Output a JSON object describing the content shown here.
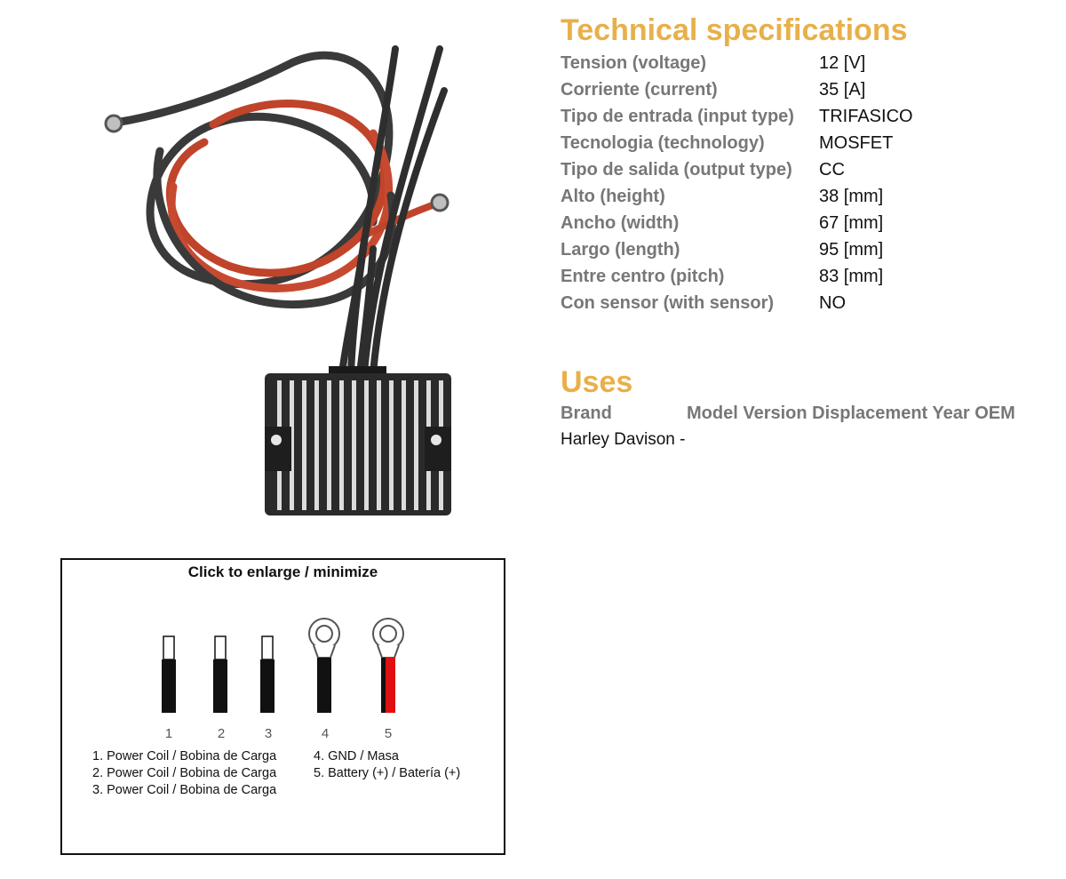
{
  "specs": {
    "title": "Technical specifications",
    "rows": [
      {
        "label": "Tension (voltage)",
        "value": "12 [V]"
      },
      {
        "label": "Corriente (current)",
        "value": "35 [A]"
      },
      {
        "label": "Tipo de entrada (input type)",
        "value": "TRIFASICO"
      },
      {
        "label": "Tecnologia (technology)",
        "value": "MOSFET"
      },
      {
        "label": "Tipo de salida (output type)",
        "value": "CC"
      },
      {
        "label": "Alto (height)",
        "value": "38 [mm]"
      },
      {
        "label": "Ancho (width)",
        "value": "67 [mm]"
      },
      {
        "label": "Largo (length)",
        "value": "95 [mm]"
      },
      {
        "label": "Entre centro (pitch)",
        "value": "83 [mm]"
      },
      {
        "label": "Con sensor (with sensor)",
        "value": "NO"
      }
    ]
  },
  "uses": {
    "title": "Uses",
    "headers": {
      "brand": "Brand",
      "rest": "Model Version Displacement Year OEM"
    },
    "row": "Harley Davison -"
  },
  "diagram": {
    "caption": "Click to enlarge / minimize",
    "pins": [
      "1",
      "2",
      "3",
      "4",
      "5"
    ],
    "legend_left": [
      "1. Power Coil / Bobina de Carga",
      "2. Power Coil / Bobina de Carga",
      "3. Power Coil / Bobina de Carga"
    ],
    "legend_right": [
      "4. GND / Masa",
      "5. Battery (+) / Batería (+)"
    ]
  },
  "colors": {
    "title_accent": "#e8b04a",
    "label_gray": "#777777",
    "wire_red": "#e01010",
    "wire_black": "#111111"
  }
}
